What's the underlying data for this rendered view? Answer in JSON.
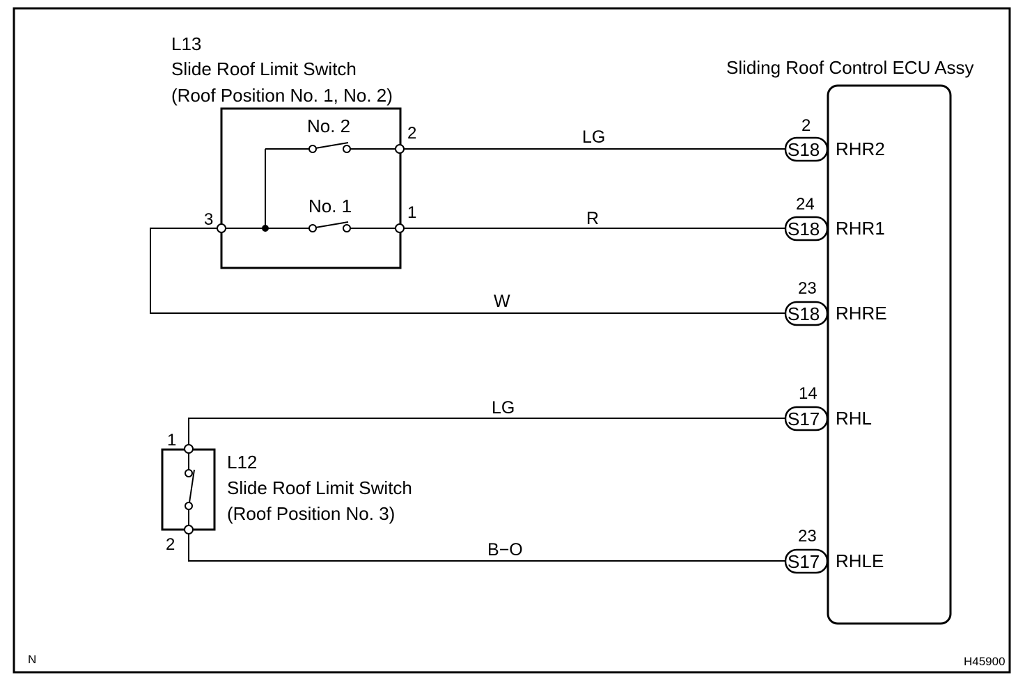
{
  "ecu": {
    "title": "Sliding Roof Control ECU Assy",
    "terminals": [
      {
        "pin": "2",
        "connector": "S18",
        "name": "RHR2"
      },
      {
        "pin": "24",
        "connector": "S18",
        "name": "RHR1"
      },
      {
        "pin": "23",
        "connector": "S18",
        "name": "RHRE"
      },
      {
        "pin": "14",
        "connector": "S17",
        "name": "RHL"
      },
      {
        "pin": "23",
        "connector": "S17",
        "name": "RHLE"
      }
    ]
  },
  "switch_l13": {
    "code": "L13",
    "name": "Slide Roof Limit Switch",
    "sub": "(Roof Position No. 1, No. 2)",
    "switch_a": "No. 2",
    "switch_b": "No. 1",
    "pin_top": "2",
    "pin_mid": "1",
    "pin_left": "3"
  },
  "switch_l12": {
    "code": "L12",
    "name": "Slide Roof Limit Switch",
    "sub": "(Roof Position No. 3)",
    "pin_top": "1",
    "pin_bottom": "2"
  },
  "wires": [
    "LG",
    "R",
    "W",
    "LG",
    "B−O"
  ],
  "corner_left": "N",
  "figure_id": "H45900"
}
